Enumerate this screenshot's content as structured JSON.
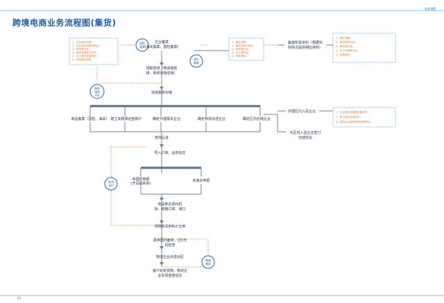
{
  "title": "跨境电商业务流程图(集货)",
  "header_right": "业务流程  ",
  "page_number": "10",
  "steps": {
    "enterprise_filing": [
      "企业备案",
      "(海关备案、国检备案)"
    ],
    "get_account": [
      "领取密钥（电商端密",
      "钥、系统对接密钥）"
    ],
    "system_dock": "完成系统对接",
    "goods_filing": "商品备案（国检、海关）",
    "bonded_account": "建立关税保证金账户",
    "customs_agent": "确定代理报关企业",
    "logistics": "确定物流派送企业",
    "warehouse": "确定区内仓储企业",
    "identity": "身份认证",
    "import_order": "导入订单、运单信息",
    "inspection": [
      "向国检申报",
      "(开具联系单)"
    ],
    "customs_declare": "向海关申报",
    "arrival": [
      "商品到达郑州机",
      "场、铁路口岸、港口"
    ],
    "transfer": "货物转关到BLC仓库",
    "repack": [
      "更换国内面单、过X光",
      "机检查"
    ],
    "dispatch": "物流企业派送出区",
    "receipt": [
      "客户收到货物，物流企",
      "业反馈签收信息"
    ],
    "filing_data": [
      "备案所需资料（根据实",
      "际情况提供相应资料）"
    ],
    "inzone_enterprise": "办理区内入驻企业",
    "warehouse_agreement": [
      "与区内入驻企业签订",
      "仓储协议"
    ]
  },
  "circles": {
    "customs_filing": [
      "国检",
      "备案"
    ],
    "customs_reg": [
      "海关",
      "备案"
    ],
    "docking": [
      "跨境",
      "电商",
      "平台"
    ],
    "pay": [
      "在线",
      "支付"
    ],
    "data_push": [
      "数据",
      "推送"
    ]
  },
  "notes": {
    "left_top": [
      "1、企业营业执照；",
      "2、企业组织机构代码证；",
      "3、税务登记证；",
      "4、海关注册登记证书；",
      "5、法人身份证复印件；",
      "6、其他相关资料。"
    ],
    "mid_top": [
      "1、营业执照；",
      "2、组织机构代码证；",
      "3、税务登记证；",
      "4、法人身份证；",
      "5、其他资料。"
    ],
    "right_top": [
      "1、营业执照；",
      "2、组织机构代码；",
      "3、税务登记证；",
      "4、法人代表身份证；",
      "5、其他资料。"
    ],
    "right_mid": [
      "1、企业营业执照副本复印件；",
      "2、签订区内仓储协议；",
      "3、提供企业相关资质证明材料。"
    ]
  },
  "colors": {
    "blue": "#1d5fa8",
    "orange": "#e07a2c",
    "line": "#6f7f95"
  }
}
